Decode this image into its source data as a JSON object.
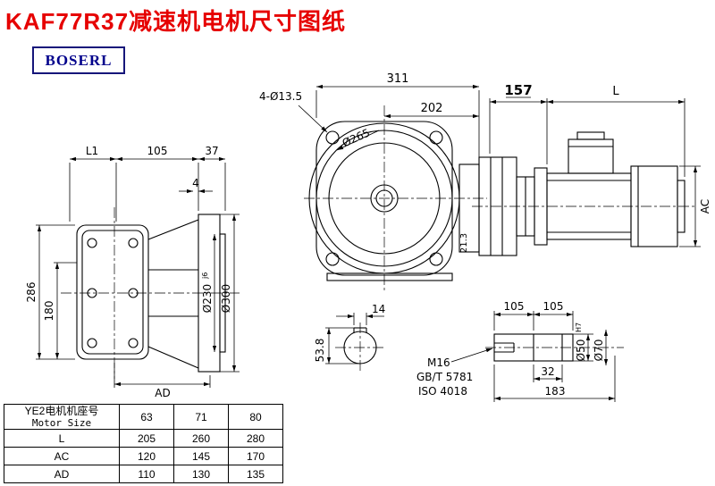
{
  "title": "KAF77R37减速机电机尺寸图纸",
  "logo": "BOSERL",
  "views": {
    "side": {
      "L1": "L1",
      "d105": "105",
      "d37": "37",
      "d4": "4",
      "d286": "286",
      "d180": "180",
      "AD": "AD",
      "d230": "Ø230",
      "d230_tol": "j6",
      "d300": "Ø300"
    },
    "front": {
      "d311": "311",
      "d202": "202",
      "bolt_holes": "4-Ø13.5",
      "d265": "Ø265",
      "d21": "21.3"
    },
    "motor": {
      "d157": "157",
      "L": "L",
      "AC": "AC"
    },
    "shaft_section": {
      "d14": "14",
      "d53": "53.8"
    },
    "shaft_end": {
      "d105a": "105",
      "d105b": "105",
      "thread": "M16",
      "std1": "GB/T 5781",
      "std2": "ISO 4018",
      "d32": "32",
      "d183": "183",
      "d50": "Ø50",
      "d50_tol": "H7",
      "d70": "Ø70"
    }
  },
  "table": {
    "header_cn": "YE2电机机座号",
    "header_en": "Motor Size",
    "sizes": [
      "63",
      "71",
      "80"
    ],
    "rows": [
      {
        "label": "L",
        "values": [
          "205",
          "260",
          "280"
        ]
      },
      {
        "label": "AC",
        "values": [
          "120",
          "145",
          "170"
        ]
      },
      {
        "label": "AD",
        "values": [
          "110",
          "130",
          "135"
        ]
      }
    ]
  }
}
